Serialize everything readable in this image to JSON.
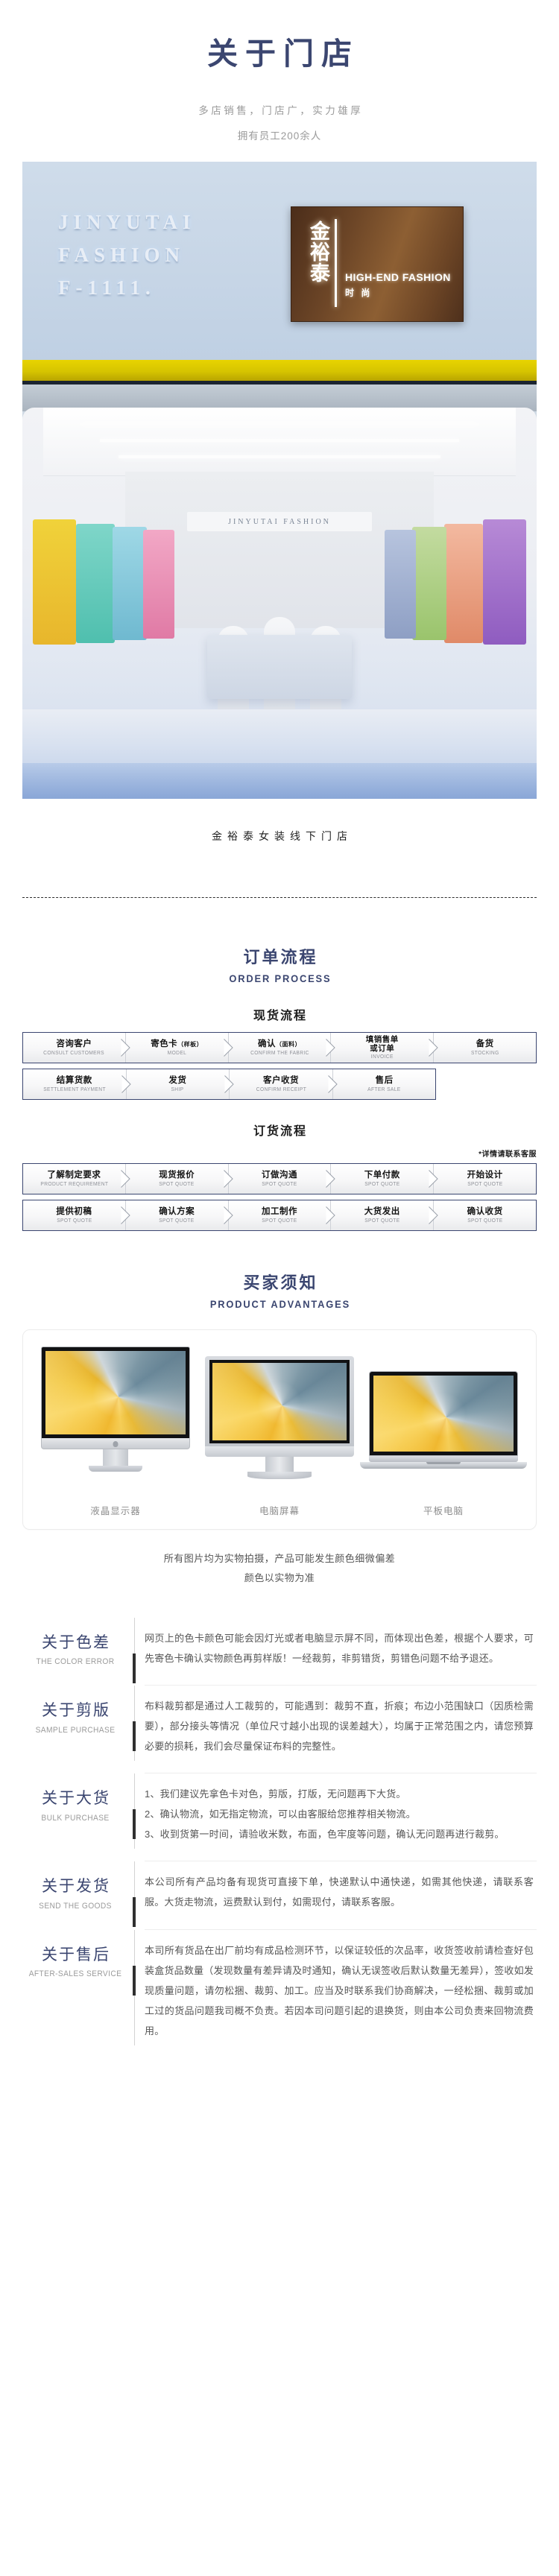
{
  "hero": {
    "title": "关于门店",
    "subtitle_1": "多店销售，门店广，实力雄厚",
    "subtitle_2": "拥有员工200余人"
  },
  "store_photo": {
    "sign_line_1": "JINYUTAI",
    "sign_line_2": "FASHION",
    "sign_line_3": "F-1111.",
    "board_cn": "金裕泰",
    "board_en": "HIGH-END FASHION",
    "board_en_cn": "时 尚",
    "interior_banner": "JINYUTAI FASHION",
    "caption": "金裕泰女装线下门店"
  },
  "order_process": {
    "heading_cn": "订单流程",
    "heading_en": "ORDER PROCESS",
    "spot_flow": {
      "title": "现货流程",
      "row1": [
        {
          "cn": "咨询客户",
          "note": "",
          "en": "CONSULT CUSTOMERS"
        },
        {
          "cn": "寄色卡",
          "note": "（样板）",
          "en": "MODEL"
        },
        {
          "cn": "确认",
          "note": "（面料）",
          "en": "CONFIRM THE FABRIC"
        },
        {
          "cn": "填销售单\n或订单",
          "note": "",
          "en": "INVOICE"
        },
        {
          "cn": "备货",
          "note": "",
          "en": "STOCKING"
        }
      ],
      "row2": [
        {
          "cn": "结算货款",
          "note": "",
          "en": "SETTLEMENT PAYMENT"
        },
        {
          "cn": "发货",
          "note": "",
          "en": "SHIP"
        },
        {
          "cn": "客户收货",
          "note": "",
          "en": "CONFIRM RECEIPT"
        },
        {
          "cn": "售后",
          "note": "",
          "en": "AFTER SALE"
        }
      ]
    },
    "order_flow": {
      "title": "订货流程",
      "note": "*详情请联系客服",
      "row1": [
        {
          "cn": "了解制定要求",
          "note": "",
          "en": "PRODUCT REQUIREMENT"
        },
        {
          "cn": "现货报价",
          "note": "",
          "en": "SPOT QUOTE"
        },
        {
          "cn": "订做沟通",
          "note": "",
          "en": "SPOT QUOTE"
        },
        {
          "cn": "下单付款",
          "note": "",
          "en": "SPOT QUOTE"
        },
        {
          "cn": "开始设计",
          "note": "",
          "en": "SPOT QUOTE"
        }
      ],
      "row2": [
        {
          "cn": "提供初稿",
          "note": "",
          "en": "SPOT QUOTE"
        },
        {
          "cn": "确认方案",
          "note": "",
          "en": "SPOT QUOTE"
        },
        {
          "cn": "加工制作",
          "note": "",
          "en": "SPOT QUOTE"
        },
        {
          "cn": "大货发出",
          "note": "",
          "en": "SPOT QUOTE"
        },
        {
          "cn": "确认收货",
          "note": "",
          "en": "SPOT QUOTE"
        }
      ]
    }
  },
  "buyer_notice": {
    "heading_cn": "买家须知",
    "heading_en": "PRODUCT ADVANTAGES",
    "devices": [
      {
        "label": "液晶显示器",
        "type": "imac"
      },
      {
        "label": "电脑屏幕",
        "type": "monitor"
      },
      {
        "label": "平板电脑",
        "type": "laptop"
      }
    ],
    "note_line_1": "所有图片均为实物拍摄，产品可能发生颜色细微偏差",
    "note_line_2": "颜色以实物为准"
  },
  "faq": [
    {
      "cn": "关于色差",
      "en": "THE COLOR ERROR",
      "paragraph": "网页上的色卡颜色可能会因灯光或者电脑显示屏不同，而体现出色差，根据个人要求，可先寄色卡确认实物颜色再剪样版！一经裁剪，非剪错货，剪错色问题不给予退还。",
      "list": []
    },
    {
      "cn": "关于剪版",
      "en": "SAMPLE PURCHASE",
      "paragraph": "布料裁剪都是通过人工裁剪的，可能遇到：裁剪不直，折痕；布边小范围缺口（因质检需要），部分接头等情况（单位尺寸越小出现的误差越大），均属于正常范围之内，请您预算必要的损耗，我们会尽量保证布料的完整性。",
      "list": []
    },
    {
      "cn": "关于大货",
      "en": "BULK PURCHASE",
      "paragraph": "",
      "list": [
        "1、我们建议先拿色卡对色，剪版，打版，无问题再下大货。",
        "2、确认物流，如无指定物流，可以由客服给您推荐相关物流。",
        "3、收到货第一时间，请验收米数，布面，色牢度等问题，确认无问题再进行裁剪。"
      ]
    },
    {
      "cn": "关于发货",
      "en": "SEND THE GOODS",
      "paragraph": "本公司所有产品均备有现货可直接下单，快递默认中通快递，如需其他快递，请联系客服。大货走物流，运费默认到付，如需现付，请联系客服。",
      "list": []
    },
    {
      "cn": "关于售后",
      "en": "AFTER-SALES SERVICE",
      "paragraph": "本司所有货品在出厂前均有成品检测环节，以保证较低的次品率，收货签收前请检查好包装盒货品数量（发现数量有差异请及时通知，确认无误签收后默认数量无差异），签收如发现质量问题，请勿松捆、裁剪、加工。应当及时联系我们协商解决，一经松捆、裁剪或加工过的货品问题我司概不负责。若因本司问题引起的退换货，则由本公司负责来回物流费用。",
      "list": []
    }
  ],
  "colors": {
    "navy": "#3b4670",
    "grey_text": "#9a9a9a",
    "body_text": "#555555"
  }
}
